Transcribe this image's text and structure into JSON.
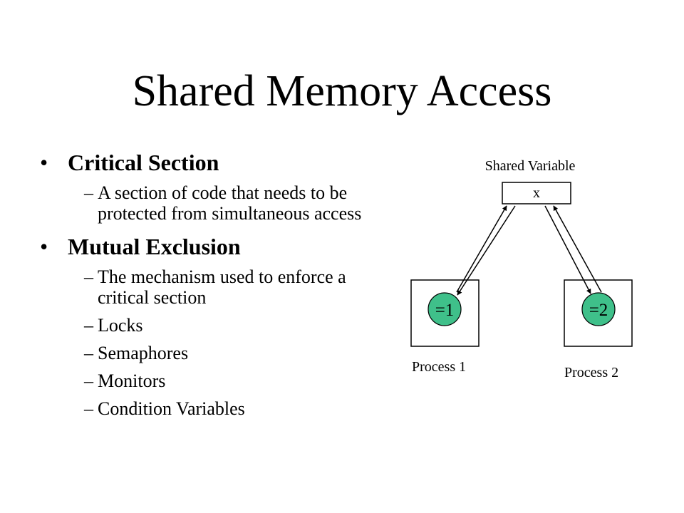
{
  "slide": {
    "title": "Shared Memory Access",
    "bullets": [
      {
        "text": "Critical Section",
        "sub": [
          "A section of code that needs to be protected from simultaneous access"
        ]
      },
      {
        "text": "Mutual Exclusion",
        "sub": [
          "The mechanism used to enforce a critical section",
          "Locks",
          "Semaphores",
          "Monitors",
          "Condition Variables"
        ]
      }
    ]
  },
  "diagram": {
    "shared_variable_label": "Shared Variable",
    "variable_name": "x",
    "process1": {
      "label": "Process 1",
      "value": "=1"
    },
    "process2": {
      "label": "Process 2",
      "value": "=2"
    },
    "colors": {
      "value_fill": "#3fc08a"
    }
  }
}
